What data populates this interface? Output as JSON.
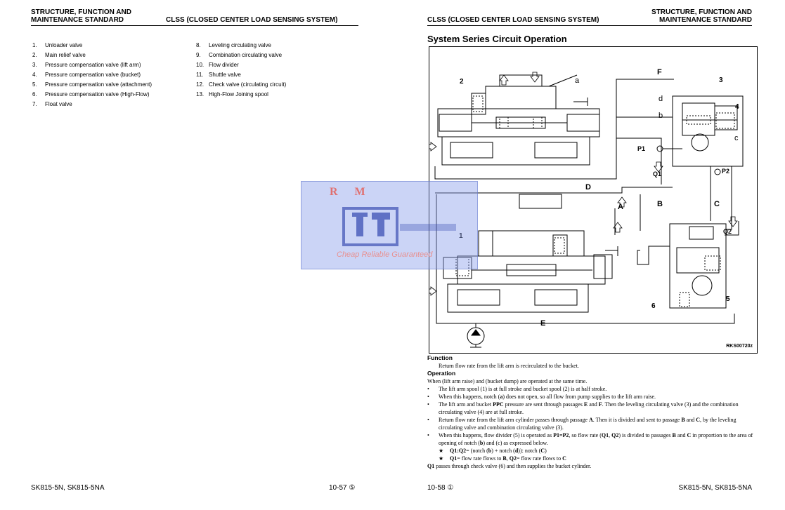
{
  "left_page": {
    "header_left": [
      "STRUCTURE, FUNCTION AND",
      "MAINTENANCE STANDARD"
    ],
    "header_right": "CLSS (CLOSED CENTER LOAD SENSING SYSTEM)",
    "parts_col1": [
      {
        "num": "1.",
        "label": "Unloader valve"
      },
      {
        "num": "2.",
        "label": "Main relief valve"
      },
      {
        "num": "3.",
        "label": "Pressure compensation valve (lift arm)"
      },
      {
        "num": "4.",
        "label": "Pressure compensation valve (bucket)"
      },
      {
        "num": "5.",
        "label": "Pressure compensation valve (attachment)"
      },
      {
        "num": "6.",
        "label": "Pressure compensation valve (High-Flow)"
      },
      {
        "num": "7.",
        "label": "Float valve"
      }
    ],
    "parts_col2": [
      {
        "num": "8.",
        "label": "Leveling circulating valve"
      },
      {
        "num": "9.",
        "label": "Combination circulating valve"
      },
      {
        "num": "10.",
        "label": "Flow divider"
      },
      {
        "num": "11.",
        "label": "Shuttle valve"
      },
      {
        "num": "12.",
        "label": "Check valve (circulating circuit)"
      },
      {
        "num": "13.",
        "label": "High-Flow Joining spool"
      }
    ],
    "footer_model": "SK815-5N, SK815-5NA",
    "footer_page": "10-57 ⑤"
  },
  "right_page": {
    "header_left": "CLSS (CLOSED CENTER LOAD SENSING SYSTEM)",
    "header_right": [
      "STRUCTURE, FUNCTION AND",
      "MAINTENANCE STANDARD"
    ],
    "section_title": "System Series Circuit Operation",
    "diagram": {
      "labels": {
        "n2": "2",
        "a": "a",
        "F": "F",
        "n3": "3",
        "d": "d",
        "n4": "4",
        "b": "b",
        "c": "c",
        "P1": "P1",
        "Q1": "Q1",
        "P2": "P2",
        "D": "D",
        "A": "A",
        "B": "B",
        "C": "C",
        "Q2": "Q2",
        "n1": "1",
        "n6": "6",
        "n5": "5",
        "E": "E"
      },
      "code": "RKS00720z"
    },
    "function_heading": "Function",
    "function_text": "Return flow rate from the lift arm is recirculated to the bucket.",
    "operation_heading": "Operation",
    "operation_intro": "When (lift arm raise) and (bucket dump) are operated at the same time.",
    "bullet1": "The lift arm spool (1) is at full stroke and bucket spool (2) is at half stroke.",
    "bullet2": {
      "p1": "When this happens, notch (",
      "a": "a",
      "p2": ") does not open, so all flow from pump supplies to the lift arm raise."
    },
    "bullet3": {
      "p1": "The lift arm and bucket ",
      "ppc": "PPC",
      "p2": " pressure are sent through passages ",
      "e": "E",
      "p3": " and ",
      "f": "F",
      "p4": ". Then the leveling circulating valve (3) and the combination circulating valve (4) are at full stroke."
    },
    "bullet4": {
      "p1": "Return flow rate from the lift arm cylinder passes through passage ",
      "a": "A",
      "p2": ". Then it is divided and sent to passage ",
      "b": "B",
      "p3": " and ",
      "c": "C",
      "p4": ", by the leveling circulating valve and combination circulating valve (3)."
    },
    "bullet5": {
      "p1": "When this happens, flow divider (5) is operated as ",
      "p1p2": "P1=P2",
      "p2": ", so flow rate (",
      "q1": "Q1",
      "p3": ", ",
      "q2": "Q2",
      "p4": ") is divided to passages ",
      "b": "B",
      "p5": " and ",
      "c": "C",
      "p6": " in proportion to the area of opening of notch (",
      "nb": "b",
      "p7": ") and (c) as expressed below."
    },
    "star1": {
      "q": "Q1",
      "c1": ":",
      "q2": "Q2",
      "p1": "= (notch (",
      "b": "b",
      "p2": ") + notch (",
      "d": "d",
      "p3": ")): notch (",
      "c": "C",
      "p4": ")"
    },
    "star2": {
      "q1": "Q1",
      "p1": "= flow rate flows to ",
      "b": "B",
      "p2": ", ",
      "q2": "Q2",
      "p3": "= flow rate flows to ",
      "c": "C"
    },
    "closing": {
      "q1": "Q1",
      "p1": " passes through check valve (6) and then supplies the bucket cylinder."
    },
    "footer_page": "10-58 ①",
    "footer_model": "SK815-5N, SK815-5NA"
  },
  "watermark": {
    "brand": "R M",
    "tagline": "Cheap Reliable Guaranteed"
  },
  "star_glyph": "★",
  "bullet_glyph": "•"
}
